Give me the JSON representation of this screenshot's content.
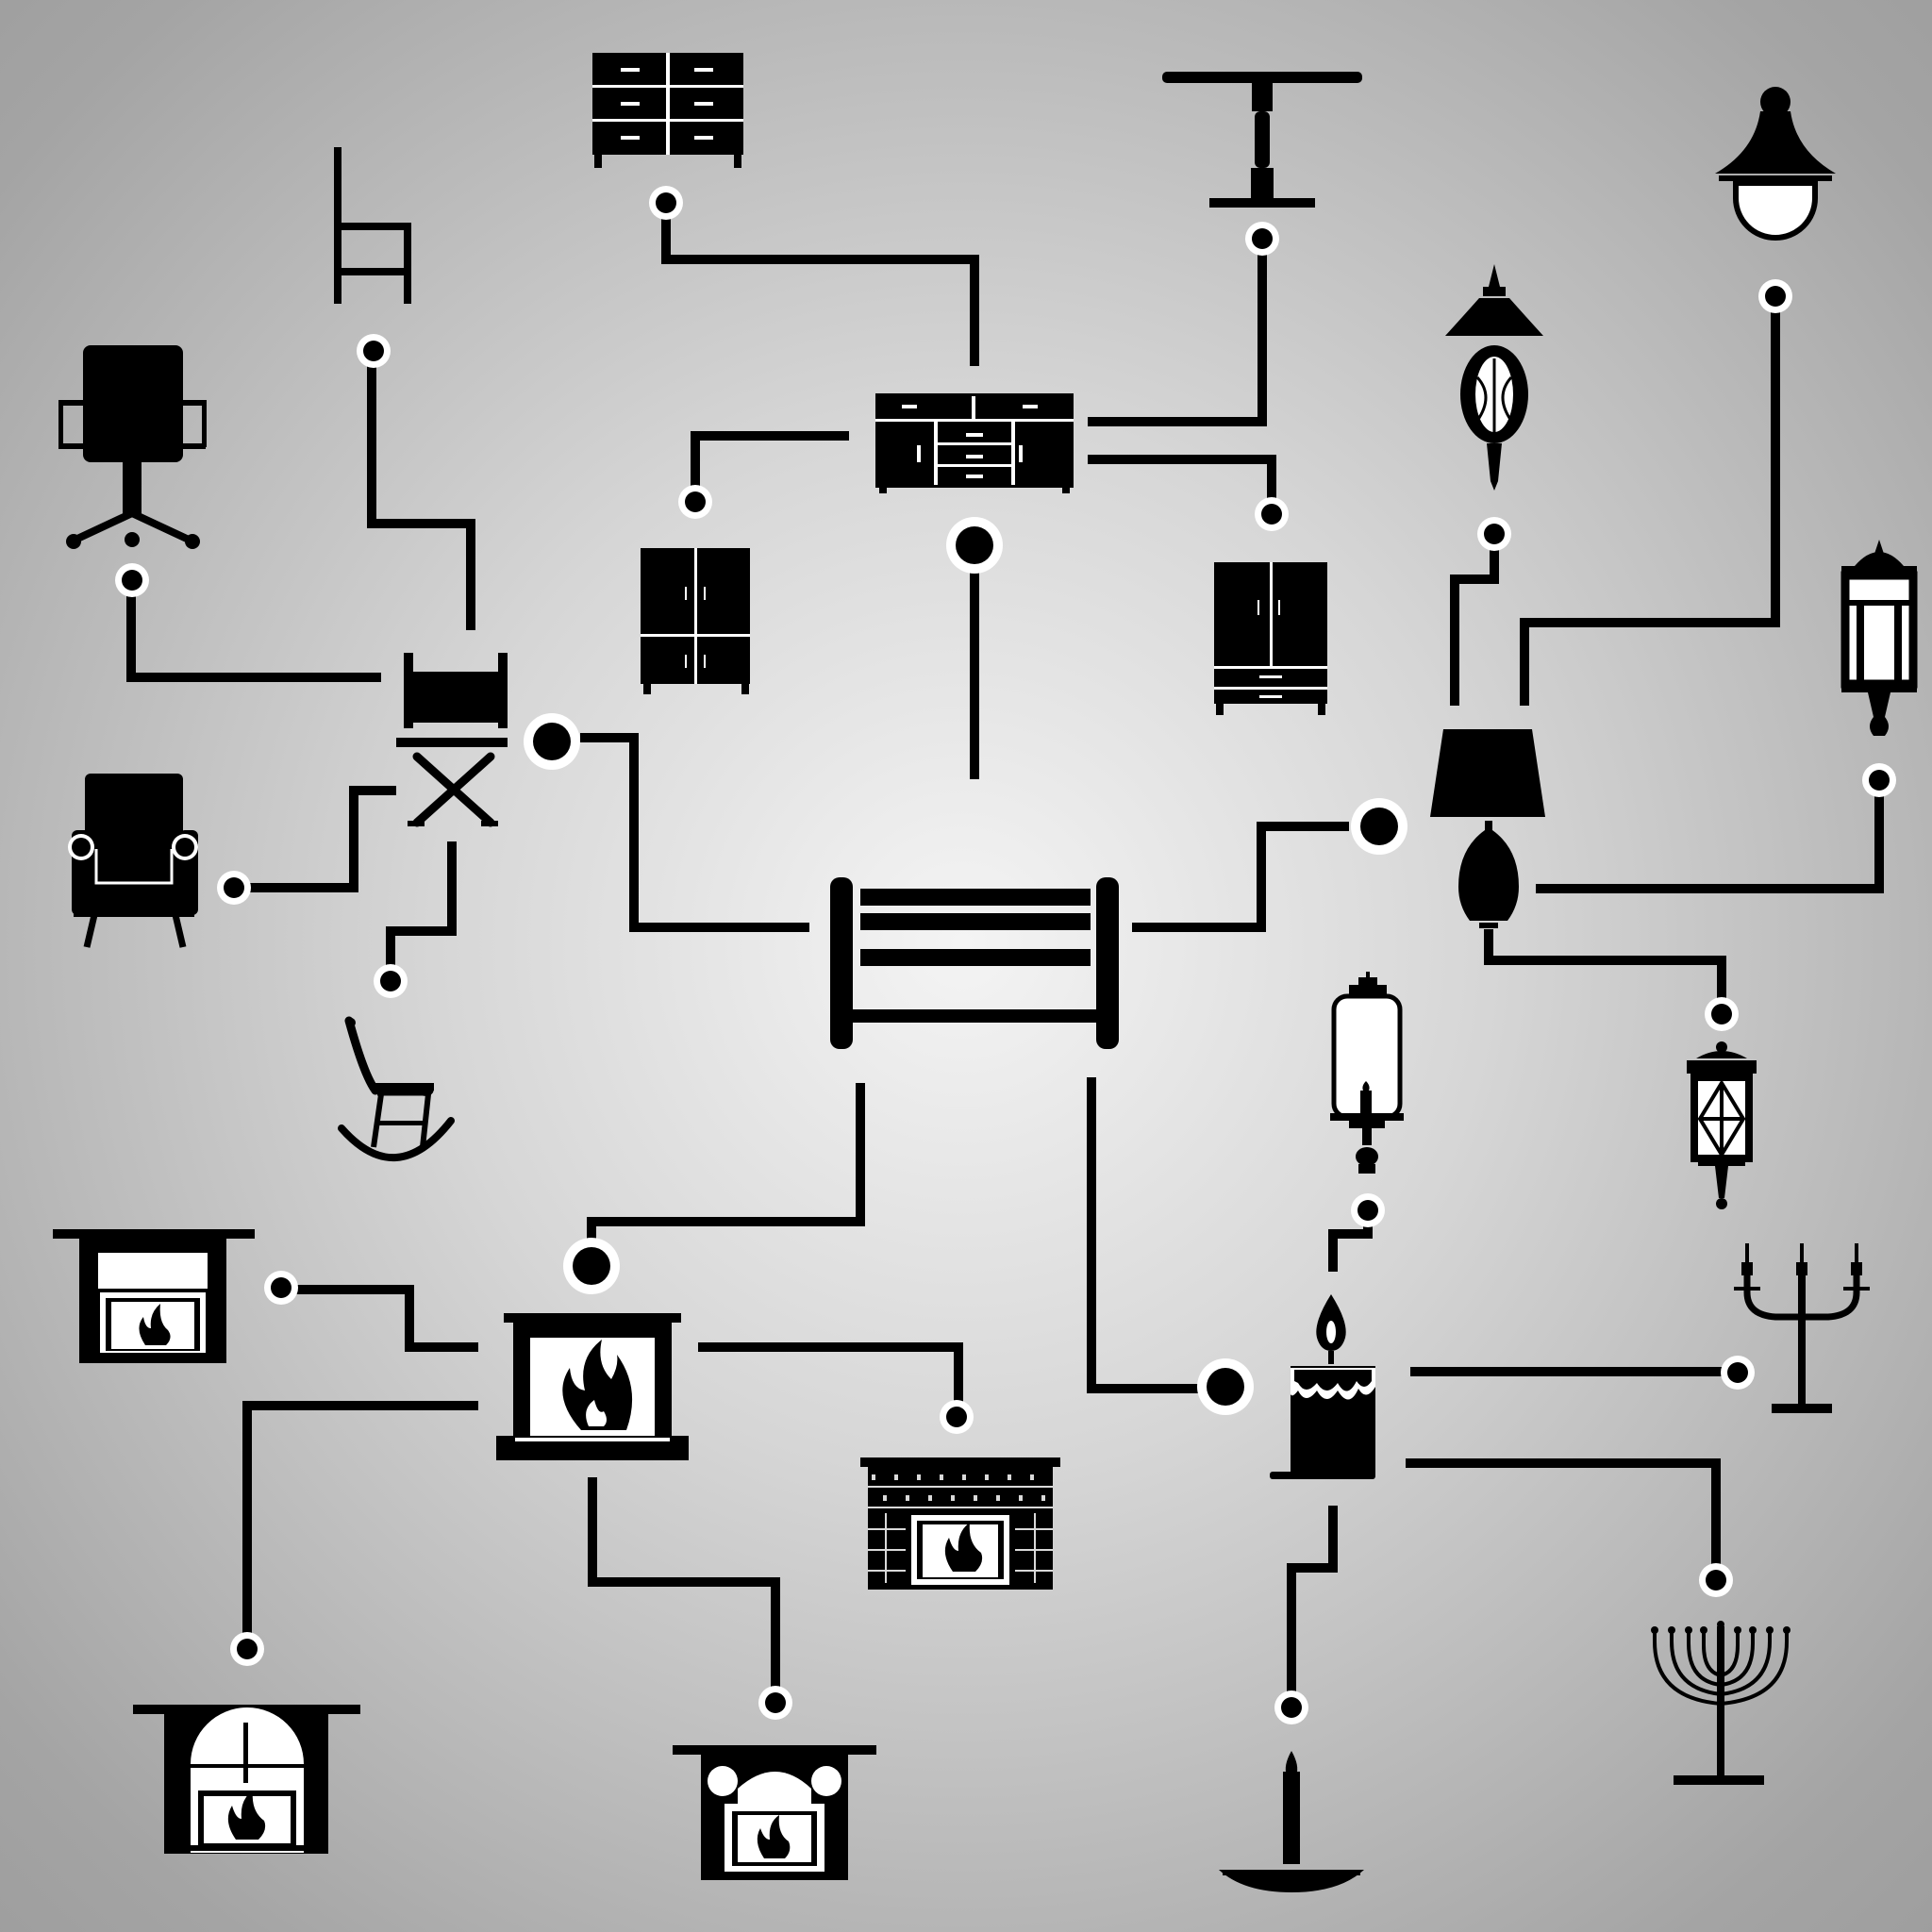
{
  "diagram": {
    "theme": {
      "background_center": "#f4f4f4",
      "background_edge": "#9a9a9a",
      "ink": "#000000",
      "node_fill": "#000000",
      "node_ring": "#ffffff"
    },
    "hub": {
      "icon": "bench-icon"
    },
    "groups": [
      {
        "id": "storage",
        "icon": "sideboard-icon",
        "children": [
          "dresser-icon",
          "pedestal-table-icon",
          "wardrobe-icon",
          "armoire-icon"
        ]
      },
      {
        "id": "seating",
        "icon": "folding-chair-icon",
        "children": [
          "ladder-back-chair-icon",
          "office-chair-icon",
          "armchair-icon",
          "rocking-chair-icon"
        ]
      },
      {
        "id": "lamps",
        "icon": "table-lamp-icon",
        "children": [
          "garden-lantern-icon",
          "street-lamp-icon",
          "wall-lantern-icon",
          "hanging-lantern-icon"
        ]
      },
      {
        "id": "fireplaces",
        "icon": "fireplace-icon",
        "children": [
          "small-fireplace-icon",
          "brick-fireplace-icon",
          "arched-fireplace-icon",
          "ornate-fireplace-icon"
        ]
      },
      {
        "id": "candles",
        "icon": "candle-icon",
        "children": [
          "oil-lamp-icon",
          "candelabra-icon",
          "menorah-icon",
          "candle-holder-icon"
        ]
      }
    ]
  }
}
